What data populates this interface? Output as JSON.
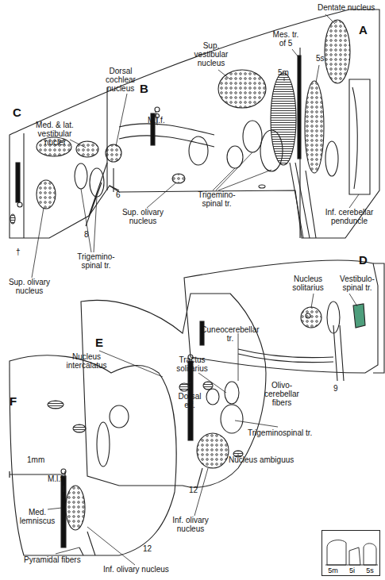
{
  "diagram": {
    "nodes": [
      {
        "text": [
          "5m",
          "5i",
          "5s"
        ]
      }
    ],
    "labels": [
      "A",
      "B",
      "C",
      "D",
      "E",
      "F",
      "Dentate nucleus",
      "Mes. tr. of 5",
      "5s",
      "5m",
      "Sup. vestibular nucleus",
      "Dorsal cochlear nucleus",
      "M.l.f.",
      "Med. & lat. vestibular nuclei",
      "Inf. cerebellar penduncle",
      "Trigemino-spinal tr.",
      "Sup. olivary nucleus",
      "6",
      "8",
      "†",
      "Trigemino-spinal tr.",
      "Sup. olivary nucleus",
      "Nucleus solitarius",
      "Vestibulo-spinal tr.",
      "Cuneocerebellar tr.",
      "Nucleus intercalatus",
      "Tractus solitarius",
      "Dorsal eff.",
      "9",
      "Olivo-cerebellar fibers",
      "Trigeminospinal tr.",
      "Nucleus ambiguus",
      "12",
      "Inf. olivary nucleus",
      "M.l.f.",
      "Med. lemniscus",
      "Pyramidal fibers",
      "Inf. olivary nucleus",
      "12",
      "1mm"
    ]
  }
}
